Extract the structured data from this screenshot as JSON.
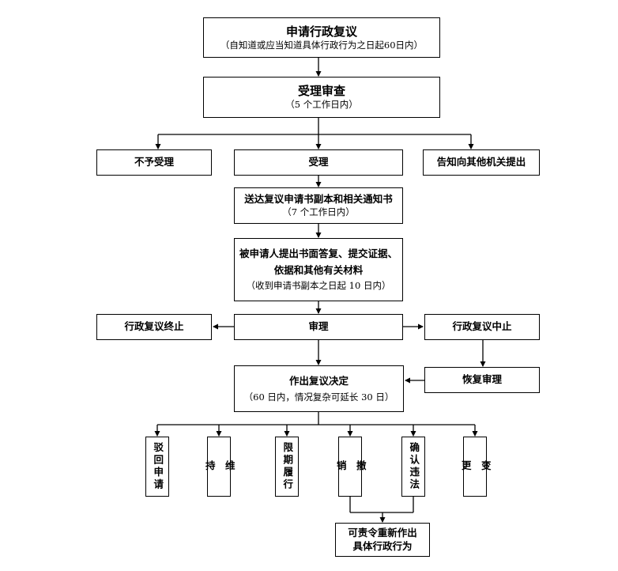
{
  "nodes": {
    "apply": {
      "title": "申请行政复议",
      "sub": "（自知道或应当知道具体行政行为之日起60日内）"
    },
    "accept_review": {
      "title": "受理审查",
      "sub": "（5 个工作日内）"
    },
    "not_accept": {
      "title": "不予受理"
    },
    "accept": {
      "title": "受理"
    },
    "notify_other": {
      "title": "告知向其他机关提出"
    },
    "send_copy": {
      "title": "送达复议申请书副本和相关通知书",
      "sub": "（7 个工作日内）"
    },
    "respondent": {
      "line1": "被申请人提出书面答复、提交证据、",
      "line2": "依据和其他有关材料",
      "sub": "（收到申请书副本之日起 10 日内）"
    },
    "review": {
      "title": "审理"
    },
    "terminate": {
      "title": "行政复议终止"
    },
    "suspend": {
      "title": "行政复议中止"
    },
    "resume": {
      "title": "恢复审理"
    },
    "decide": {
      "title": "作出复议决定",
      "sub": "（60 日内，情况复杂可延长 30 日）"
    },
    "redo": {
      "line1": "可责令重新作出",
      "line2": "具体行政行为"
    }
  },
  "outcomes": [
    {
      "key": "reject",
      "label": "驳回申请"
    },
    {
      "key": "uphold",
      "label": "维\n\n持"
    },
    {
      "key": "deadline",
      "label": "限期履行"
    },
    {
      "key": "revoke",
      "label": "撤\n\n销"
    },
    {
      "key": "confirm",
      "label": "确认违法"
    },
    {
      "key": "change",
      "label": "变\n\n更"
    }
  ]
}
